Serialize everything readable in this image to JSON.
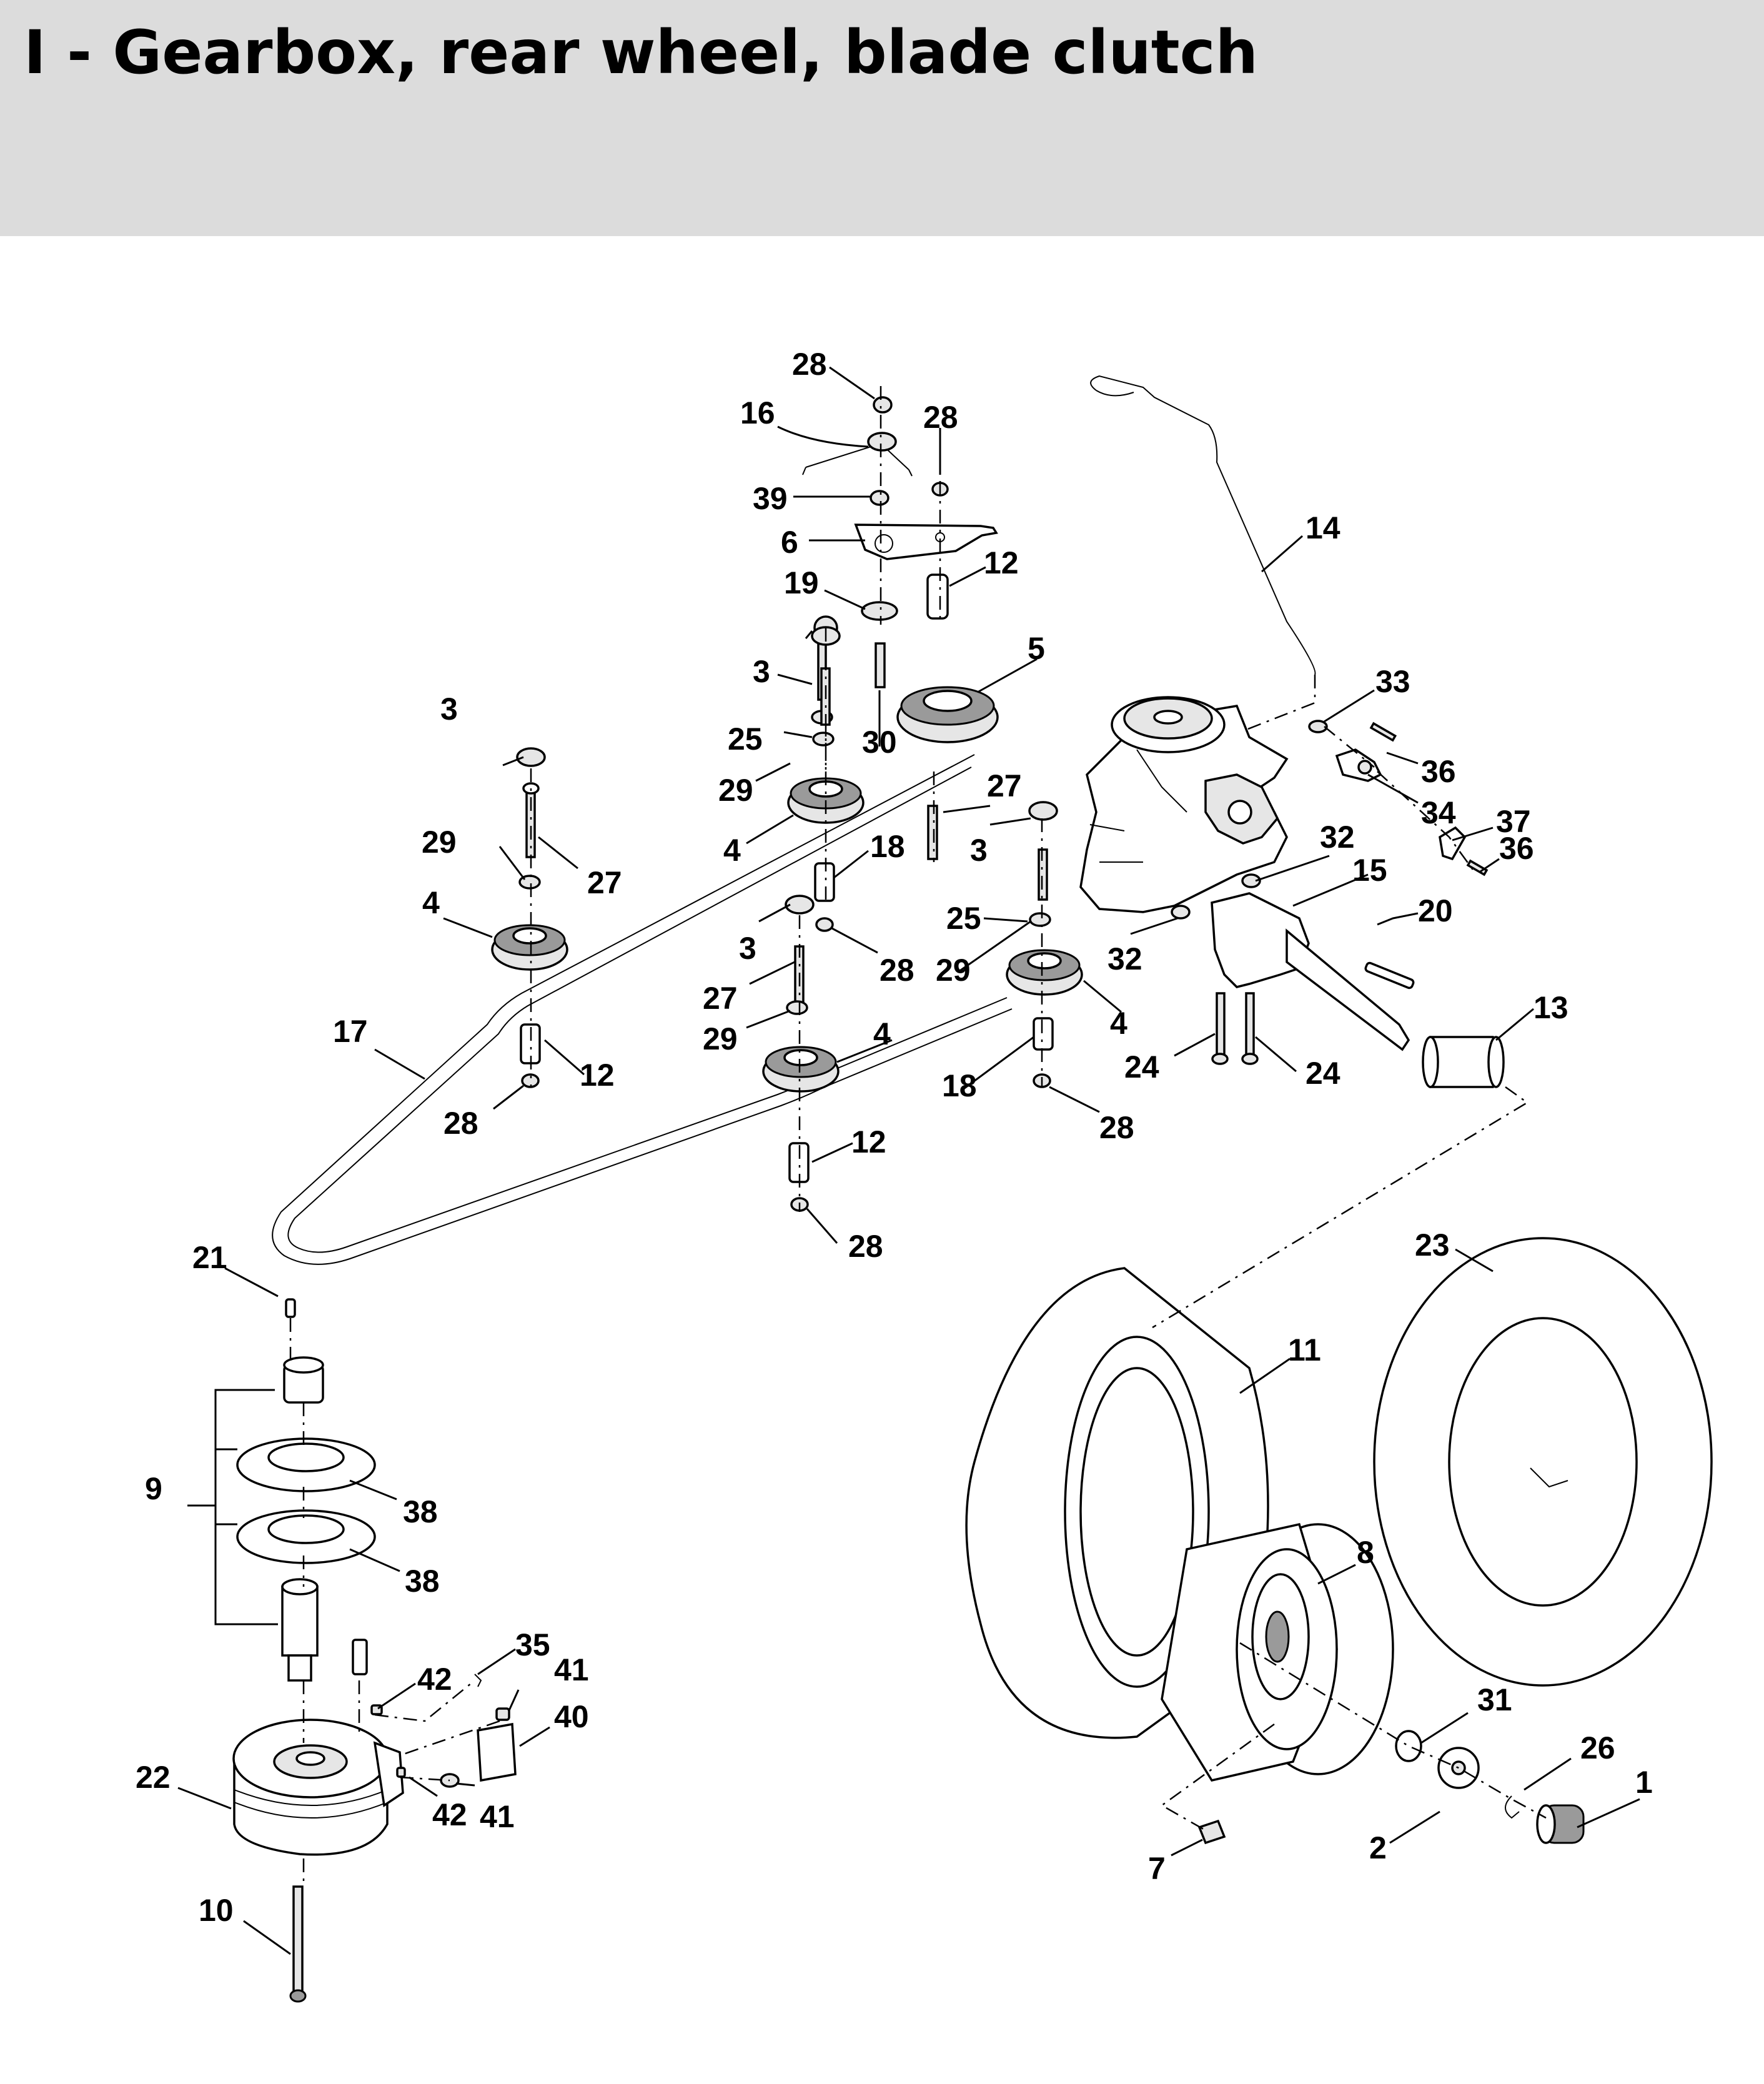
{
  "header": {
    "title": "I - Gearbox, rear wheel, blade clutch"
  },
  "callouts": [
    {
      "id": "c28a",
      "text": "28"
    },
    {
      "id": "c16",
      "text": "16"
    },
    {
      "id": "c28b",
      "text": "28"
    },
    {
      "id": "c39",
      "text": "39"
    },
    {
      "id": "c6",
      "text": "6"
    },
    {
      "id": "c19",
      "text": "19"
    },
    {
      "id": "c12a",
      "text": "12"
    },
    {
      "id": "c14",
      "text": "14"
    },
    {
      "id": "c3a",
      "text": "3"
    },
    {
      "id": "c5",
      "text": "5"
    },
    {
      "id": "c3b",
      "text": "3"
    },
    {
      "id": "c25a",
      "text": "25"
    },
    {
      "id": "c30",
      "text": "30"
    },
    {
      "id": "c33",
      "text": "33"
    },
    {
      "id": "c29a",
      "text": "29"
    },
    {
      "id": "c36a",
      "text": "36"
    },
    {
      "id": "c27a",
      "text": "27"
    },
    {
      "id": "c29b",
      "text": "29"
    },
    {
      "id": "c34",
      "text": "34"
    },
    {
      "id": "c37",
      "text": "37"
    },
    {
      "id": "c4a",
      "text": "4"
    },
    {
      "id": "c3c",
      "text": "3"
    },
    {
      "id": "c18a",
      "text": "18"
    },
    {
      "id": "c32a",
      "text": "32"
    },
    {
      "id": "c36b",
      "text": "36"
    },
    {
      "id": "c27b",
      "text": "27"
    },
    {
      "id": "c15",
      "text": "15"
    },
    {
      "id": "c4b",
      "text": "4"
    },
    {
      "id": "c25b",
      "text": "25"
    },
    {
      "id": "c20",
      "text": "20"
    },
    {
      "id": "c3d",
      "text": "3"
    },
    {
      "id": "c32b",
      "text": "32"
    },
    {
      "id": "c28c",
      "text": "28"
    },
    {
      "id": "c29c",
      "text": "29"
    },
    {
      "id": "c27c",
      "text": "27"
    },
    {
      "id": "c4c",
      "text": "4"
    },
    {
      "id": "c17",
      "text": "17"
    },
    {
      "id": "c29d",
      "text": "29"
    },
    {
      "id": "c4d",
      "text": "4"
    },
    {
      "id": "c13",
      "text": "13"
    },
    {
      "id": "c12b",
      "text": "12"
    },
    {
      "id": "c24a",
      "text": "24"
    },
    {
      "id": "c24b",
      "text": "24"
    },
    {
      "id": "c18b",
      "text": "18"
    },
    {
      "id": "c28d",
      "text": "28"
    },
    {
      "id": "c28e",
      "text": "28"
    },
    {
      "id": "c12c",
      "text": "12"
    },
    {
      "id": "c21",
      "text": "21"
    },
    {
      "id": "c28f",
      "text": "28"
    },
    {
      "id": "c23",
      "text": "23"
    },
    {
      "id": "c11",
      "text": "11"
    },
    {
      "id": "c9",
      "text": "9"
    },
    {
      "id": "c38a",
      "text": "38"
    },
    {
      "id": "c8",
      "text": "8"
    },
    {
      "id": "c38b",
      "text": "38"
    },
    {
      "id": "c35",
      "text": "35"
    },
    {
      "id": "c42a",
      "text": "42"
    },
    {
      "id": "c41a",
      "text": "41"
    },
    {
      "id": "c31",
      "text": "31"
    },
    {
      "id": "c40",
      "text": "40"
    },
    {
      "id": "c26",
      "text": "26"
    },
    {
      "id": "c22",
      "text": "22"
    },
    {
      "id": "c1",
      "text": "1"
    },
    {
      "id": "c42b",
      "text": "42"
    },
    {
      "id": "c41b",
      "text": "41"
    },
    {
      "id": "c2",
      "text": "2"
    },
    {
      "id": "c7",
      "text": "7"
    },
    {
      "id": "c10",
      "text": "10"
    }
  ]
}
